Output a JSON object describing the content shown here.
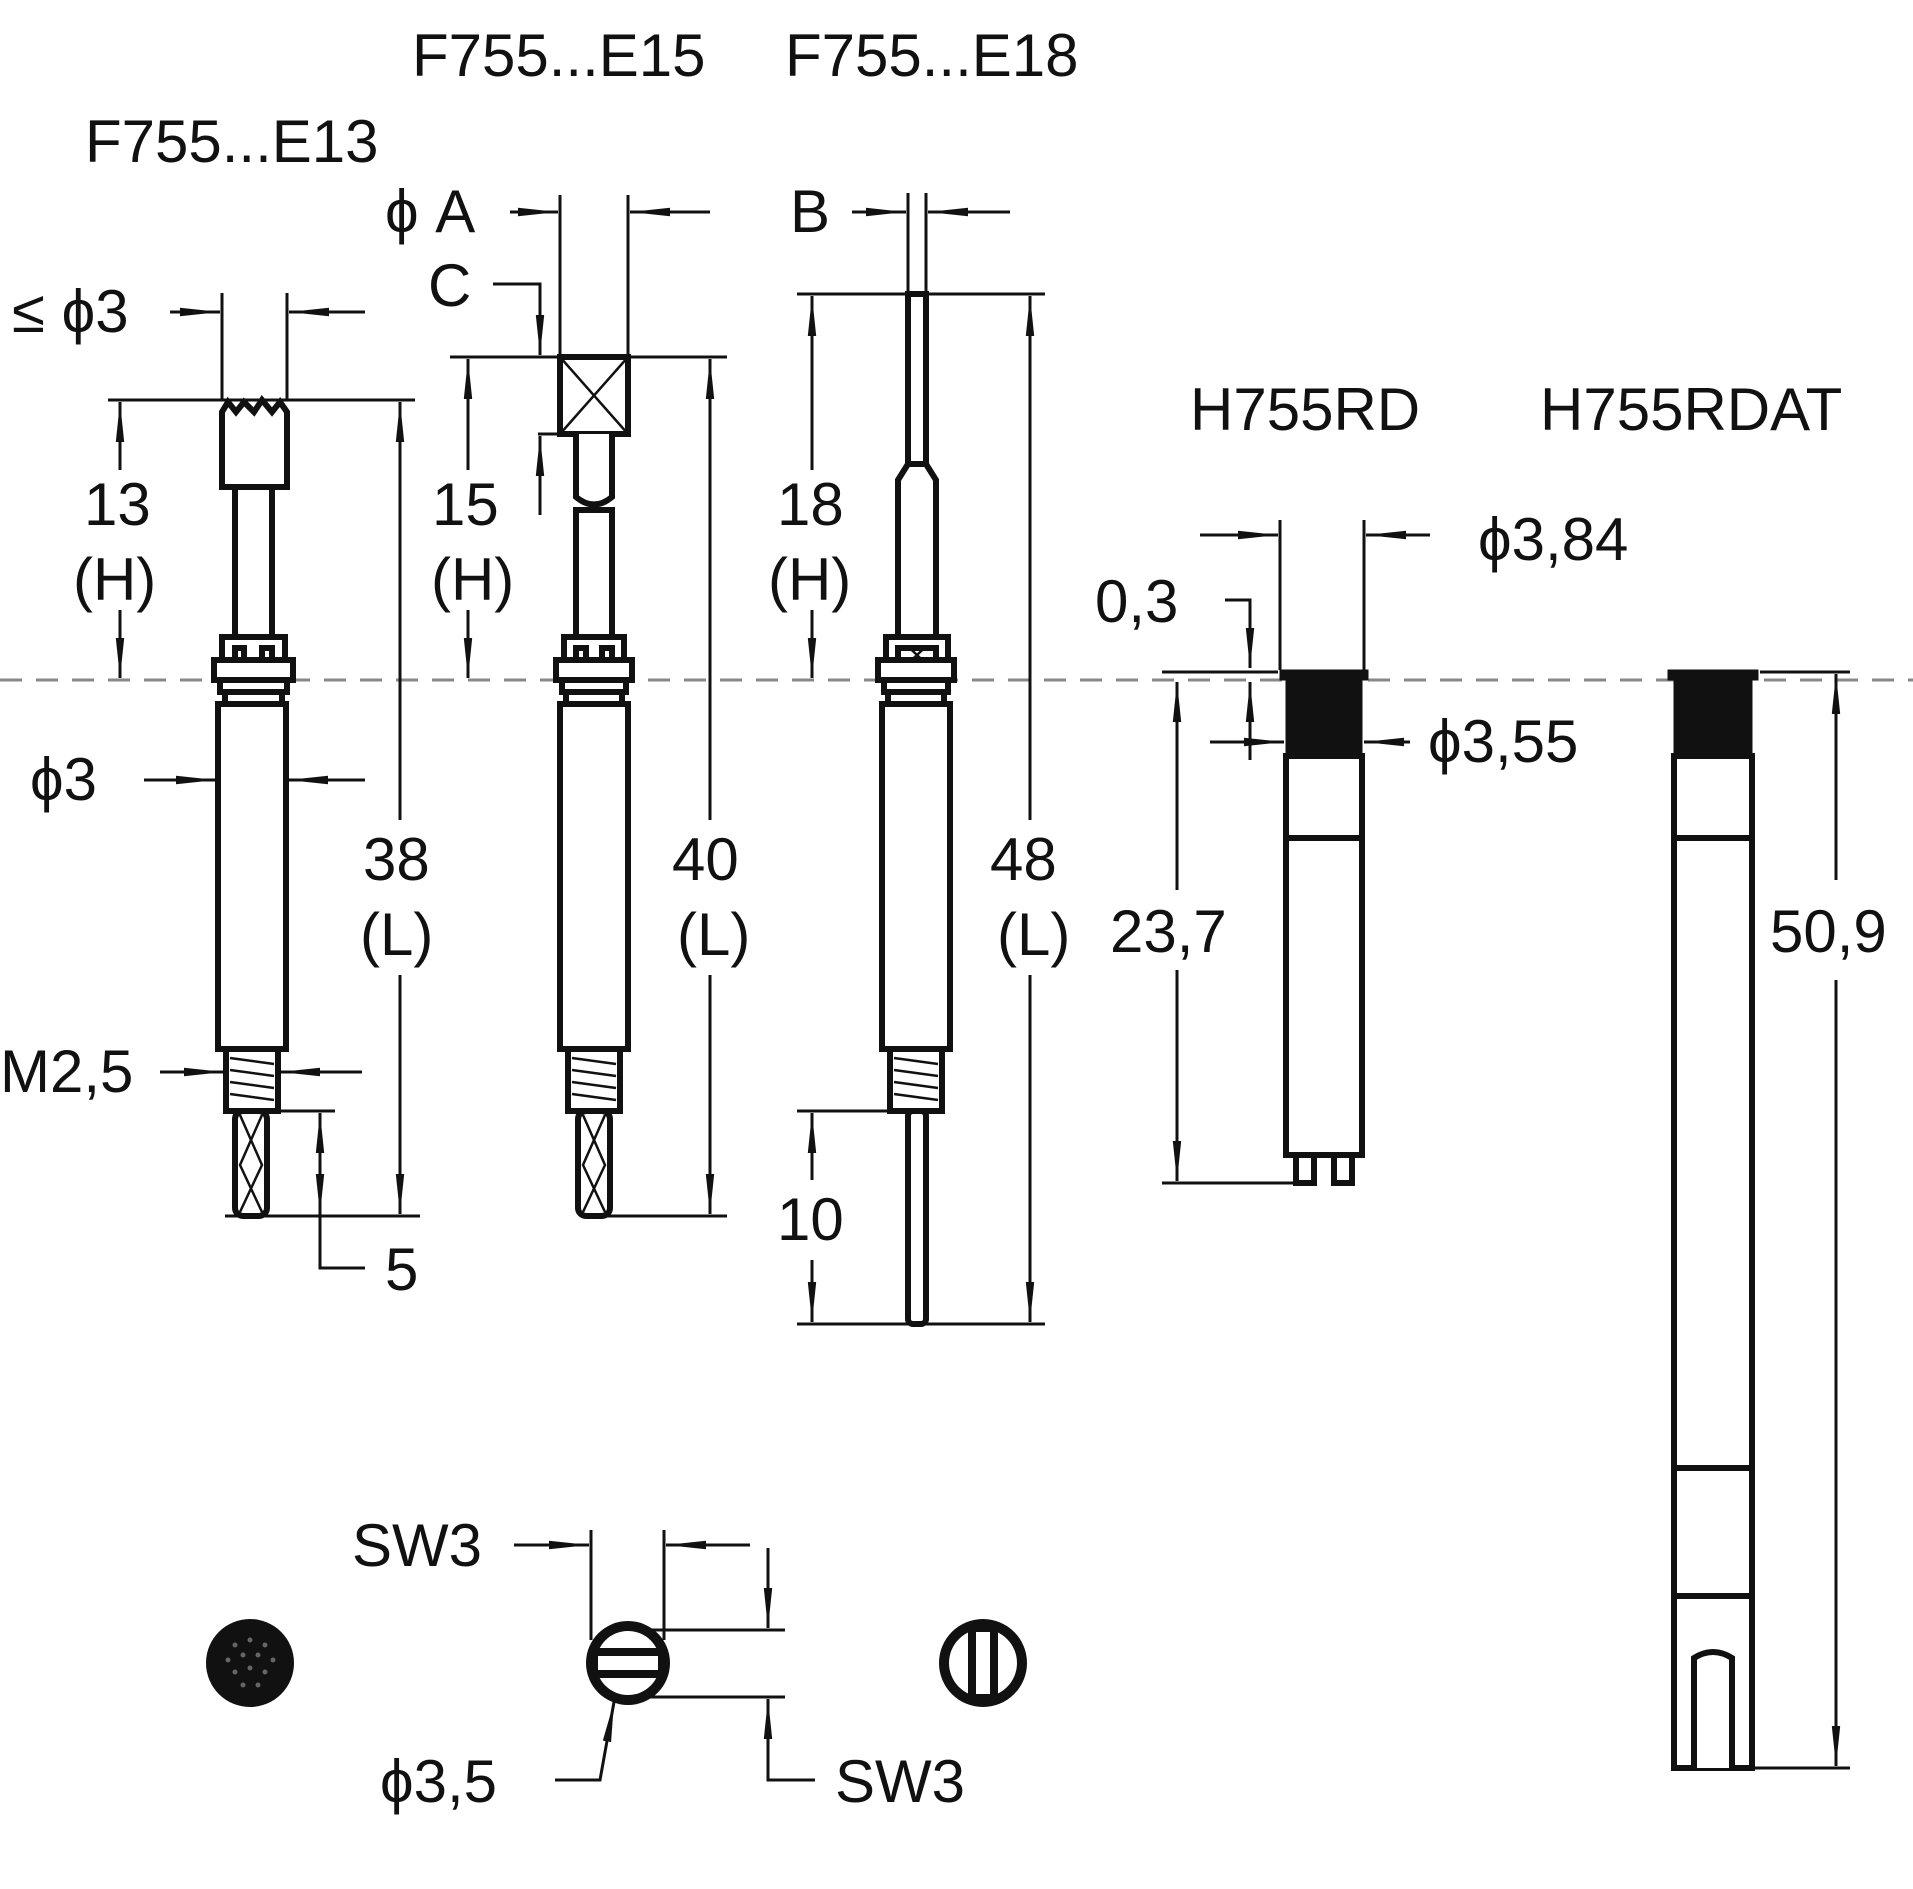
{
  "colors": {
    "ink": "#111111",
    "center_line": "#888888",
    "background": "#ffffff"
  },
  "titles": {
    "e13": "F755...E13",
    "e15": "F755...E15",
    "e18": "F755...E18",
    "rd": "H755RD",
    "rdat": "H755RDAT"
  },
  "dims": {
    "le_d3": "≤ ϕ3",
    "h13": "13",
    "h15": "15",
    "h18": "18",
    "h_label": "(H)",
    "d3": "ϕ3",
    "l38": "38",
    "l40": "40",
    "l48": "48",
    "l_label": "(L)",
    "m25": "M2,5",
    "five": "5",
    "phiA": "ϕ A",
    "C": "C",
    "B": "B",
    "ten": "10",
    "d384": "ϕ3,84",
    "d03": "0,3",
    "d355": "ϕ3,55",
    "d237": "23,7",
    "d509": "50,9",
    "sw3_top": "SW3",
    "sw3_bottom": "SW3",
    "d35": "ϕ3,5"
  }
}
